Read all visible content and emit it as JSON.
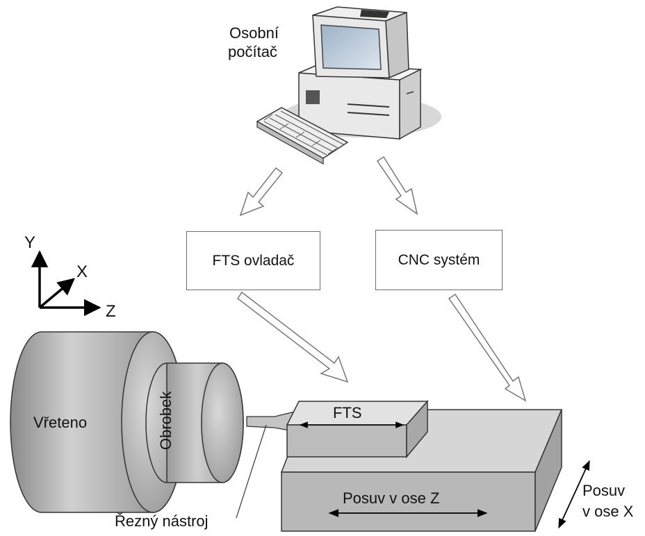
{
  "computer": {
    "label_line1": "Osobní",
    "label_line2": "počítač"
  },
  "boxes": {
    "fts_controller": "FTS ovladač",
    "cnc_system": "CNC systém"
  },
  "axes": {
    "y": "Y",
    "x": "X",
    "z": "Z"
  },
  "parts": {
    "spindle": "Vřeteno",
    "workpiece": "Obrobek",
    "cutting_tool": "Řezný nástroj",
    "fts": "FTS",
    "z_feed": "Posuv v ose Z",
    "x_feed_line1": "Posuv",
    "x_feed_line2": "v ose X"
  }
}
